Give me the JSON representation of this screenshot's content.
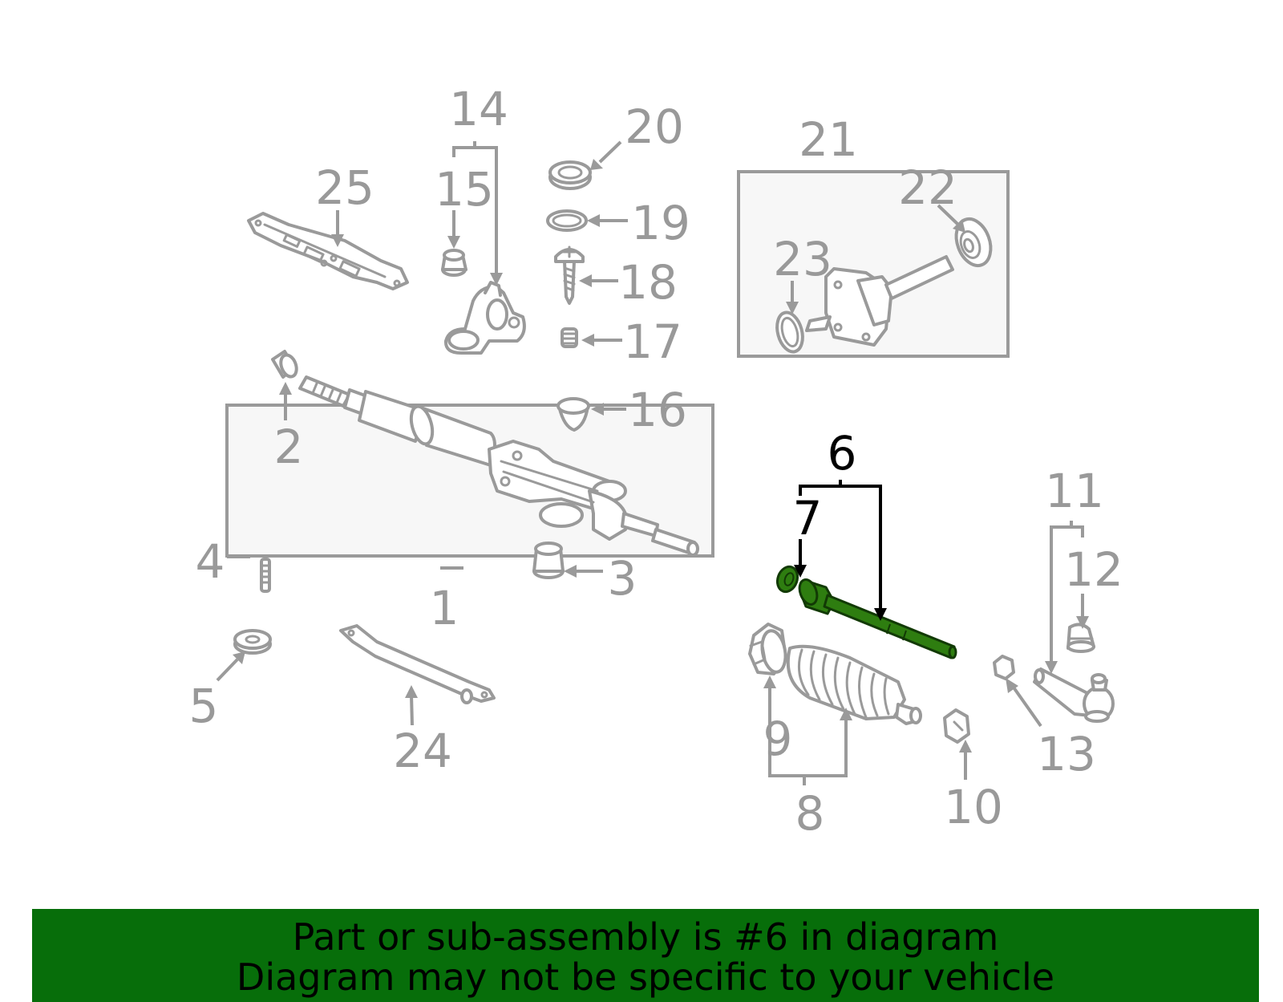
{
  "diagram": {
    "callouts": [
      {
        "id": "c1",
        "text": "1",
        "highlight": false
      },
      {
        "id": "c2",
        "text": "2",
        "highlight": false
      },
      {
        "id": "c3",
        "text": "3",
        "highlight": false
      },
      {
        "id": "c4",
        "text": "4",
        "highlight": false
      },
      {
        "id": "c5",
        "text": "5",
        "highlight": false
      },
      {
        "id": "c6",
        "text": "6",
        "highlight": true
      },
      {
        "id": "c7",
        "text": "7",
        "highlight": true
      },
      {
        "id": "c8",
        "text": "8",
        "highlight": false
      },
      {
        "id": "c9",
        "text": "9",
        "highlight": false
      },
      {
        "id": "c10",
        "text": "10",
        "highlight": false
      },
      {
        "id": "c11",
        "text": "11",
        "highlight": false
      },
      {
        "id": "c12",
        "text": "12",
        "highlight": false
      },
      {
        "id": "c13",
        "text": "13",
        "highlight": false
      },
      {
        "id": "c14",
        "text": "14",
        "highlight": false
      },
      {
        "id": "c15",
        "text": "15",
        "highlight": false
      },
      {
        "id": "c16",
        "text": "16",
        "highlight": false
      },
      {
        "id": "c17",
        "text": "17",
        "highlight": false
      },
      {
        "id": "c18",
        "text": "18",
        "highlight": false
      },
      {
        "id": "c19",
        "text": "19",
        "highlight": false
      },
      {
        "id": "c20",
        "text": "20",
        "highlight": false
      },
      {
        "id": "c21",
        "text": "21",
        "highlight": false
      },
      {
        "id": "c22",
        "text": "22",
        "highlight": false
      },
      {
        "id": "c23",
        "text": "23",
        "highlight": false
      },
      {
        "id": "c24",
        "text": "24",
        "highlight": false
      },
      {
        "id": "c25",
        "text": "25",
        "highlight": false
      }
    ],
    "colors": {
      "callout_default": "#999999",
      "callout_highlight": "#000000",
      "part_outline": "#9a9a9a",
      "highlight_part_fill": "#2e7d10",
      "box_fill": "#f7f7f7"
    }
  },
  "banner": {
    "line1": "Part or sub-assembly is #6 in diagram",
    "line2": "Diagram may not be specific to your vehicle",
    "background": "#076e0a"
  }
}
